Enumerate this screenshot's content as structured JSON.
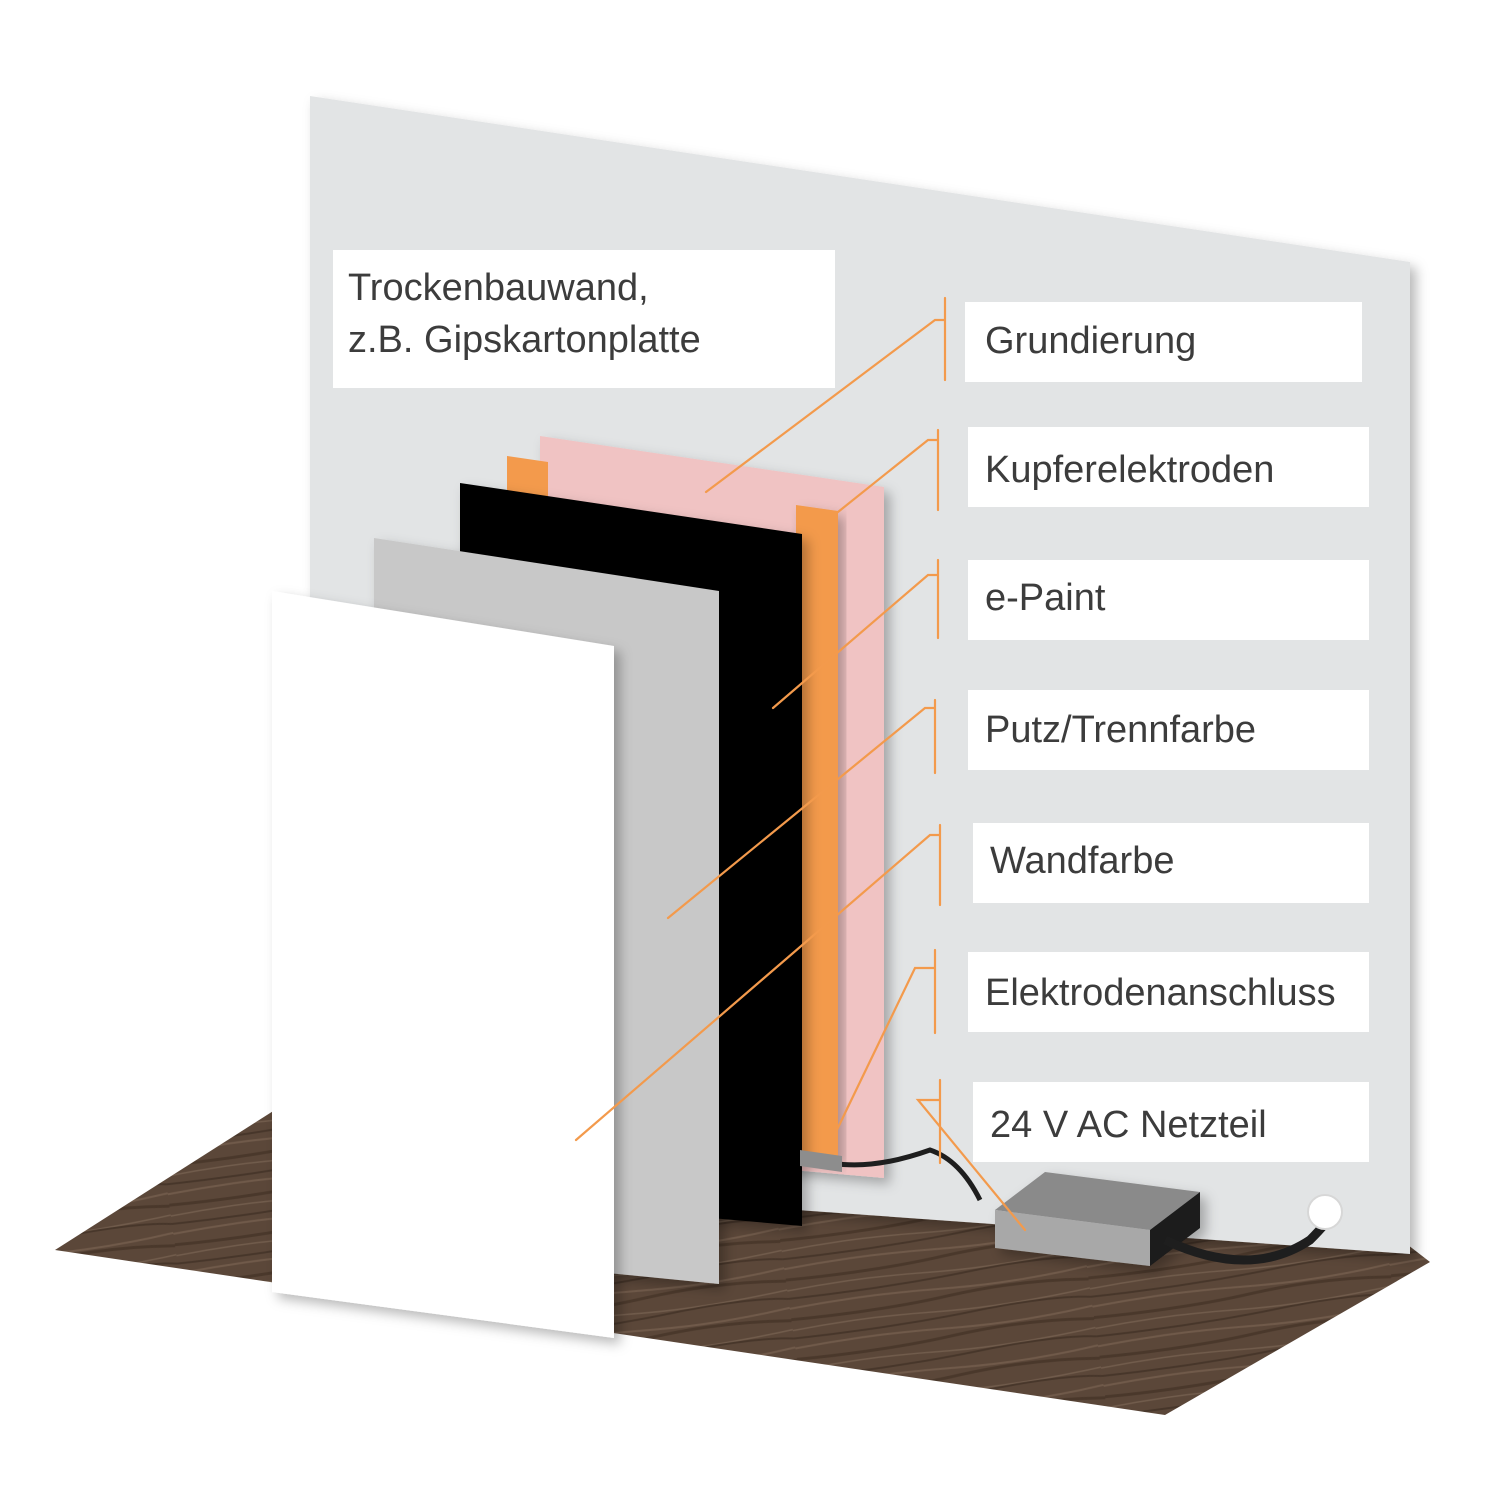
{
  "colors": {
    "background": "#ffffff",
    "wall": "#e2e4e5",
    "floor": "#5a4639",
    "leader": "#f39a4c",
    "grundierung": "#f0c3c3",
    "kupfer": "#f39a4c",
    "epaint": "#000000",
    "putz": "#c8c8c8",
    "wandfarbe": "#ffffff",
    "netzteil": "#9a9a9a",
    "cable": "#1e1e1e",
    "label_text": "#3c3c3c"
  },
  "wall_label": {
    "line1": "Trockenbauwand,",
    "line2": "z.B. Gipskartonplatte"
  },
  "layers": [
    {
      "id": "grundierung",
      "label": "Grundierung"
    },
    {
      "id": "kupfer",
      "label": "Kupferelektroden"
    },
    {
      "id": "epaint",
      "label": "e-Paint"
    },
    {
      "id": "putz",
      "label": "Putz/Trennfarbe"
    },
    {
      "id": "wandfarbe",
      "label": "Wandfarbe"
    },
    {
      "id": "anschluss",
      "label": "Elektrodenanschluss"
    },
    {
      "id": "netzteil",
      "label": "24 V AC Netzteil"
    }
  ]
}
